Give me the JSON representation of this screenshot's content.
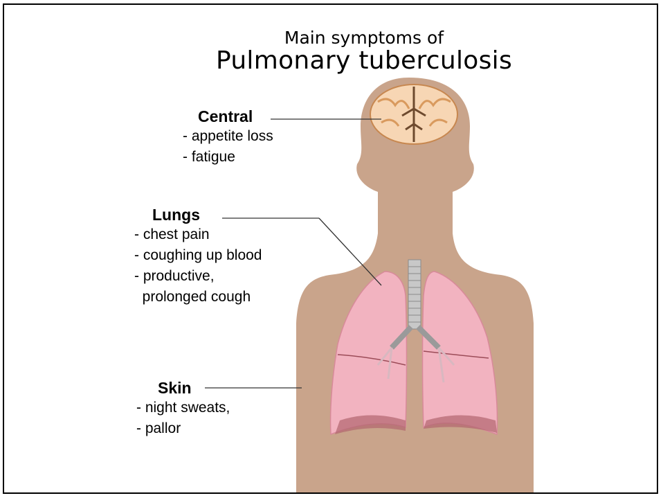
{
  "title": {
    "line1": "Main symptoms of",
    "line2": "Pulmonary tuberculosis"
  },
  "groups": [
    {
      "heading": "Central",
      "items": [
        "- appetite loss",
        "- fatigue"
      ]
    },
    {
      "heading": "Lungs",
      "items": [
        "- chest pain",
        "- coughing up blood",
        "- productive,",
        "  prolonged cough"
      ]
    },
    {
      "heading": "Skin",
      "items": [
        "- night sweats,",
        "- pallor"
      ]
    }
  ],
  "colors": {
    "skin": "#c9a48b",
    "lung": "#f2b3c0",
    "brain": "#f7d6b4",
    "trachea": "#c8c8c8"
  }
}
